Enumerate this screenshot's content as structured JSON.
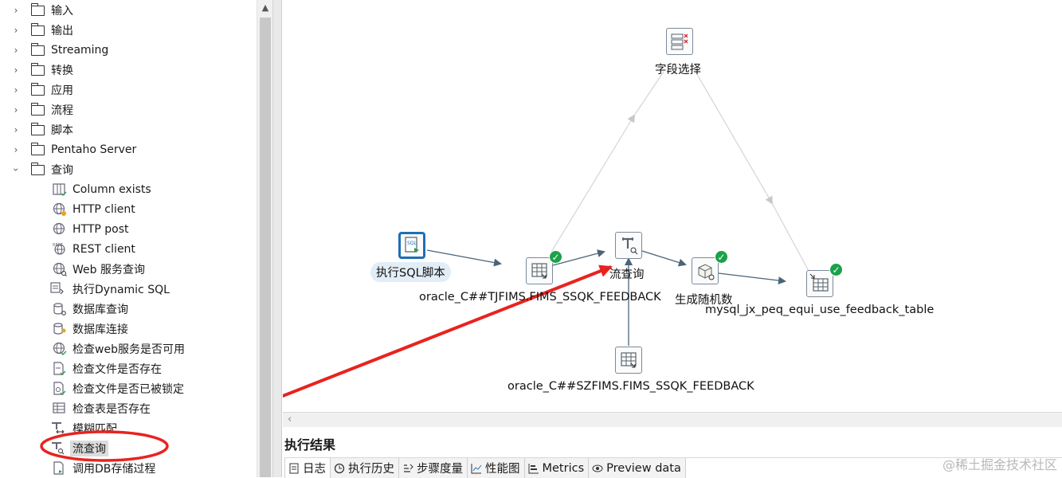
{
  "tree": {
    "folders": [
      {
        "label": "输入",
        "expanded": false
      },
      {
        "label": "输出",
        "expanded": false
      },
      {
        "label": "Streaming",
        "expanded": false
      },
      {
        "label": "转换",
        "expanded": false
      },
      {
        "label": "应用",
        "expanded": false
      },
      {
        "label": "流程",
        "expanded": false
      },
      {
        "label": "脚本",
        "expanded": false
      },
      {
        "label": "Pentaho Server",
        "expanded": false
      },
      {
        "label": "查询",
        "expanded": true
      }
    ],
    "steps": [
      {
        "label": "Column exists",
        "icon": "column-exists-icon"
      },
      {
        "label": "HTTP client",
        "icon": "http-client-icon"
      },
      {
        "label": "HTTP post",
        "icon": "http-post-icon"
      },
      {
        "label": "REST client",
        "icon": "rest-client-icon"
      },
      {
        "label": "Web 服务查询",
        "icon": "web-service-icon"
      },
      {
        "label": "执行Dynamic SQL",
        "icon": "dynamic-sql-icon"
      },
      {
        "label": "数据库查询",
        "icon": "db-lookup-icon"
      },
      {
        "label": "数据库连接",
        "icon": "db-join-icon"
      },
      {
        "label": "检查web服务是否可用",
        "icon": "web-check-icon"
      },
      {
        "label": "检查文件是否存在",
        "icon": "file-exists-icon"
      },
      {
        "label": "检查文件是否已被锁定",
        "icon": "file-locked-icon"
      },
      {
        "label": "检查表是否存在",
        "icon": "table-exists-icon"
      },
      {
        "label": "模糊匹配",
        "icon": "fuzzy-match-icon"
      },
      {
        "label": "流查询",
        "icon": "stream-lookup-icon",
        "selected": true
      },
      {
        "label": "调用DB存储过程",
        "icon": "db-procedure-icon"
      }
    ]
  },
  "canvas": {
    "steps": {
      "sql_script": "执行SQL脚本",
      "oracle_tj": "oracle_C##TJFIMS.FIMS_SSQK_FEEDBACK",
      "stream_lookup": "流查询",
      "field_select": "字段选择",
      "random": "生成随机数",
      "mysql_out": "mysql_jx_peq_equi_use_feedback_table",
      "oracle_sz": "oracle_C##SZFIMS.FIMS_SSQK_FEEDBACK"
    },
    "annotation_color": "#e8231f",
    "ok_color": "#1aa24a"
  },
  "results": {
    "title": "执行结果",
    "tabs": [
      {
        "label": "日志",
        "icon": "log-icon",
        "active": true
      },
      {
        "label": "执行历史",
        "icon": "history-icon"
      },
      {
        "label": "步骤度量",
        "icon": "step-metrics-icon"
      },
      {
        "label": "性能图",
        "icon": "performance-icon"
      },
      {
        "label": "Metrics",
        "icon": "metrics-icon"
      },
      {
        "label": "Preview data",
        "icon": "preview-icon"
      }
    ]
  },
  "watermark": "@稀土掘金技术社区"
}
